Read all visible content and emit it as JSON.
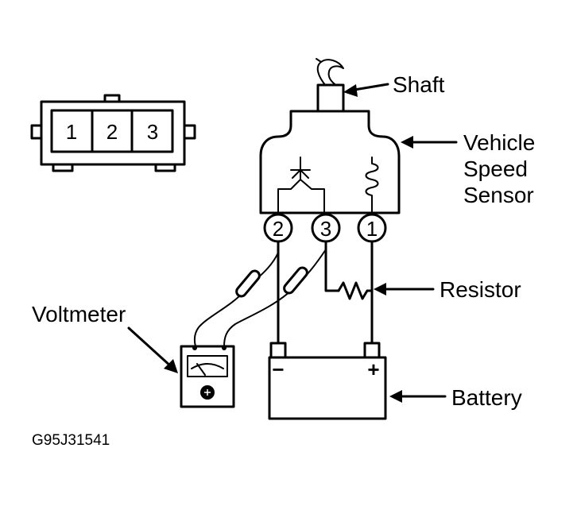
{
  "labels": {
    "shaft": "Shaft",
    "vss_line1": "Vehicle",
    "vss_line2": "Speed",
    "vss_line3": "Sensor",
    "resistor": "Resistor",
    "voltmeter": "Voltmeter",
    "battery": "Battery"
  },
  "connector_pins": [
    "1",
    "2",
    "3"
  ],
  "sensor_terminals": [
    "2",
    "3",
    "1"
  ],
  "battery_terminals": {
    "negative": "−",
    "positive": "+"
  },
  "figure_code": "G95J31541"
}
